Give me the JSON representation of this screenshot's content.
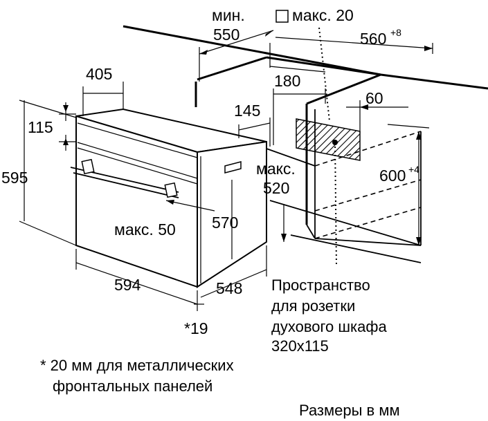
{
  "labels": {
    "min": "мин.",
    "d550": "550",
    "max20": "макс. 20",
    "d560": "560",
    "d560_sup": "+8",
    "d405": "405",
    "d180": "180",
    "d60": "60",
    "d115": "115",
    "d145": "145",
    "d595": "595",
    "max": "макс.",
    "d520": "520",
    "d600": "600",
    "d600_sup": "+4",
    "max50": "макс. 50",
    "d570": "570",
    "d594": "594",
    "d548": "548",
    "d19": "*19"
  },
  "socket_note": [
    "Пространство",
    "для розетки",
    "духового шкафа",
    "320x115"
  ],
  "footnote": [
    "* 20 мм для металлических",
    "фронтальных панелей"
  ],
  "units_note": "Размеры в мм"
}
